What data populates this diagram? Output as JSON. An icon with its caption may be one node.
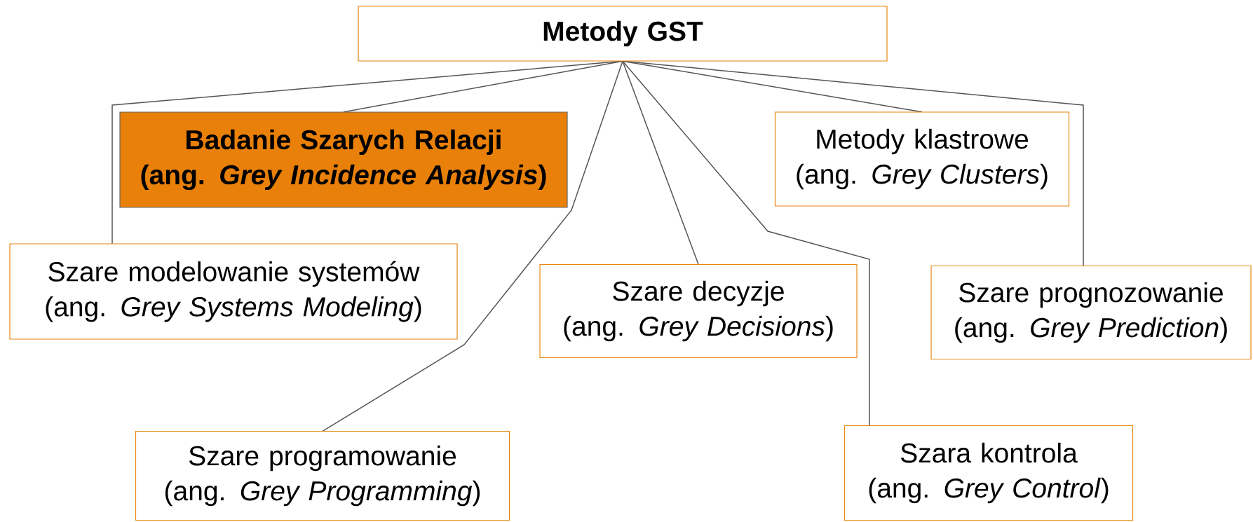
{
  "diagram": {
    "nodes": [
      {
        "text": [
          "Metody GST"
        ]
      },
      {
        "text": [
          "Badanie Szarych Relacji",
          "(ang. *Grey Incidence Analysis*)"
        ]
      },
      {
        "text": [
          "Metody klastrowe",
          "(ang. *Grey Clusters*)"
        ]
      },
      {
        "text": [
          "Szare modelowanie systemów",
          "(ang. *Grey Systems Modeling*)"
        ]
      },
      {
        "text": [
          "Szare decyzje",
          "(ang. *Grey Decisions*)"
        ]
      },
      {
        "text": [
          "Szare prognozowanie",
          "(ang. *Grey Prediction*)"
        ]
      },
      {
        "text": [
          "Szare programowanie",
          "(ang. *Grey Programming*)"
        ]
      },
      {
        "text": [
          "Szara kontrola",
          "(ang. *Grey Control*)"
        ]
      }
    ],
    "edges": [
      {
        "from": 0,
        "to": 1,
        "arrow": "none"
      },
      {
        "from": 0,
        "to": 2,
        "arrow": "none"
      },
      {
        "from": 0,
        "to": 3,
        "arrow": "none"
      },
      {
        "from": 0,
        "to": 4,
        "arrow": "none"
      },
      {
        "from": 0,
        "to": 5,
        "arrow": "none"
      },
      {
        "from": 0,
        "to": 6,
        "arrow": "none"
      },
      {
        "from": 0,
        "to": 7,
        "arrow": "none"
      }
    ]
  }
}
